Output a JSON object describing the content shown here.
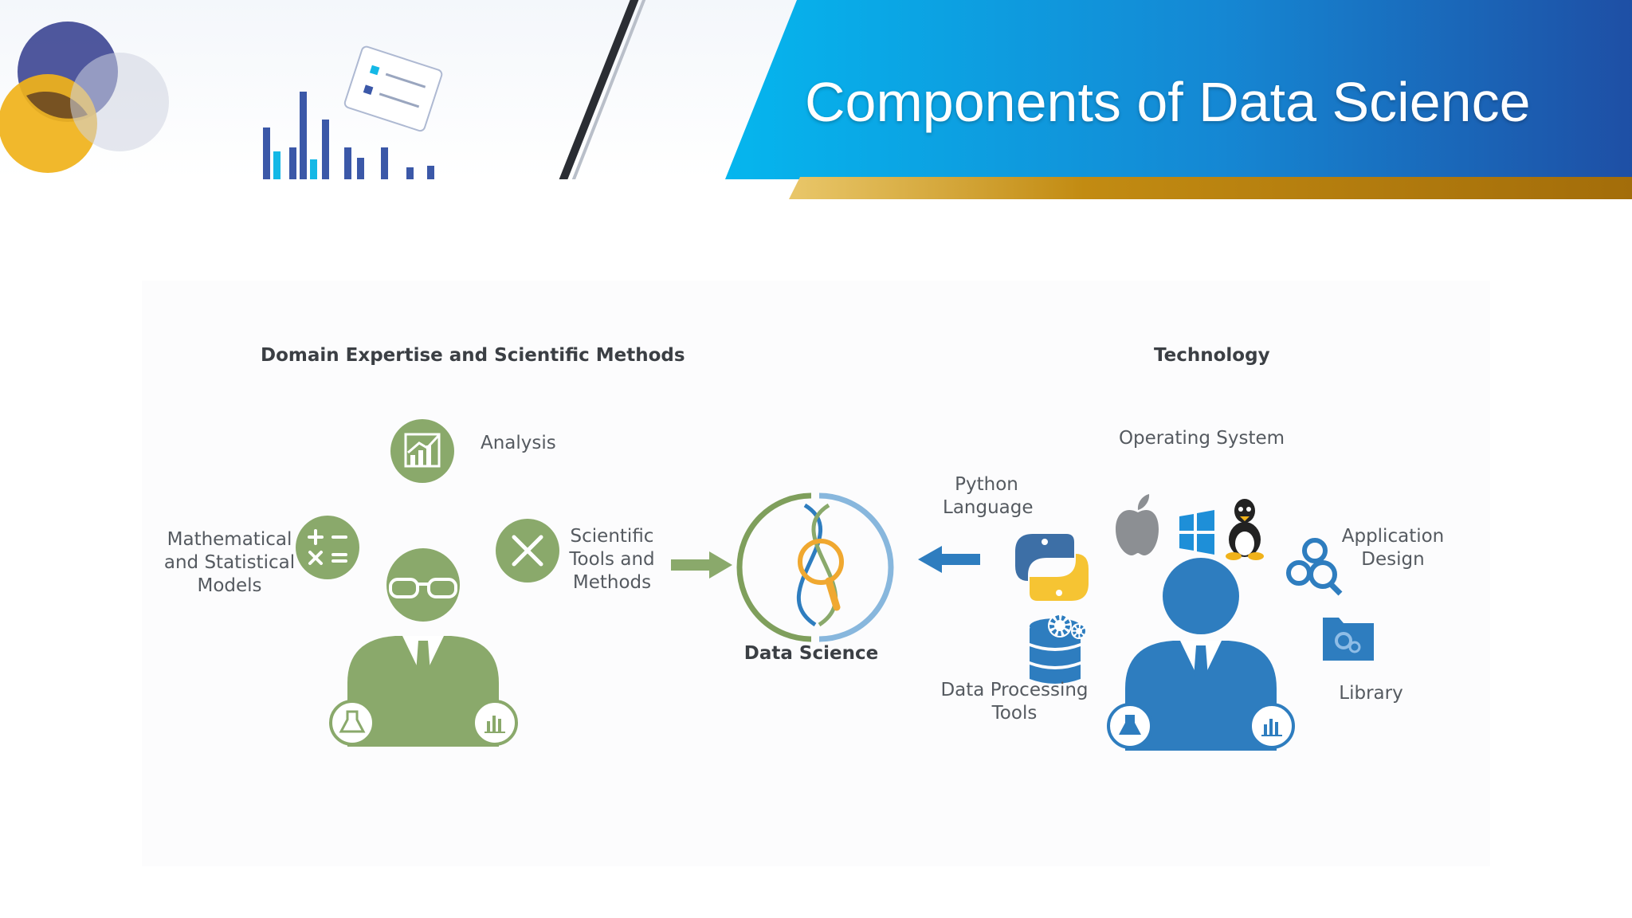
{
  "slide": {
    "title": "Components of Data Science"
  },
  "diagram": {
    "domain_heading": "Domain Expertise and Scientific Methods",
    "technology_heading": "Technology",
    "analysis": "Analysis",
    "math_models": [
      "Mathematical",
      "and Statistical",
      "Models"
    ],
    "scientific_tools": [
      "Scientific",
      "Tools and",
      "Methods"
    ],
    "center": "Data Science",
    "python": [
      "Python",
      "Language"
    ],
    "operating_system": "Operating System",
    "application_design": [
      "Application",
      "Design"
    ],
    "data_processing": [
      "Data Processing",
      "Tools"
    ],
    "library": "Library"
  },
  "colors": {
    "green": "#8aa96b",
    "blue": "#2e7dbf",
    "banner_start": "#05b6ee",
    "banner_end": "#1e4fa5",
    "gold": "#c28b12"
  },
  "icons": [
    "chart-growth-icon",
    "math-operators-icon",
    "tools-icon",
    "dna-magnifier-icon",
    "python-logo-icon",
    "apple-logo-icon",
    "windows-logo-icon",
    "linux-penguin-icon",
    "gears-search-icon",
    "database-gear-icon",
    "folder-gear-icon",
    "flask-icon",
    "bar-chart-icon"
  ]
}
